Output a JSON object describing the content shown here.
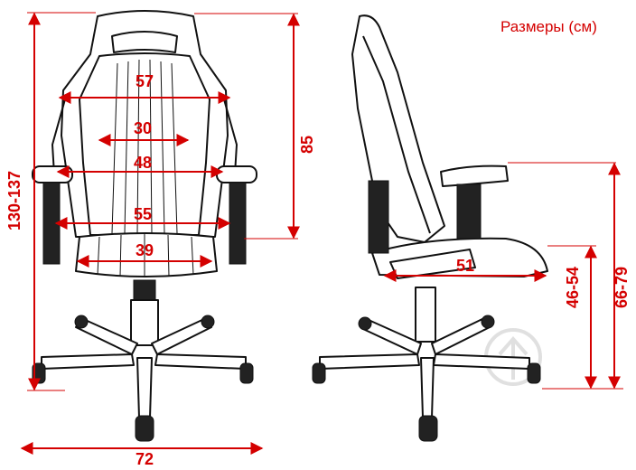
{
  "header": {
    "title": "Размеры  (см)"
  },
  "colors": {
    "dimension": "#d40000",
    "outline": "#111111"
  },
  "front_view": {
    "backrest_width": "57",
    "lumbar_width": "30",
    "armrest_spacing": "48",
    "seat_width_back": "55",
    "seat_width_inner": "39",
    "backrest_height": "85",
    "total_height": "130-137",
    "base_width": "72"
  },
  "side_view": {
    "seat_depth": "51",
    "seat_height": "46-54",
    "armrest_height": "66-79"
  }
}
